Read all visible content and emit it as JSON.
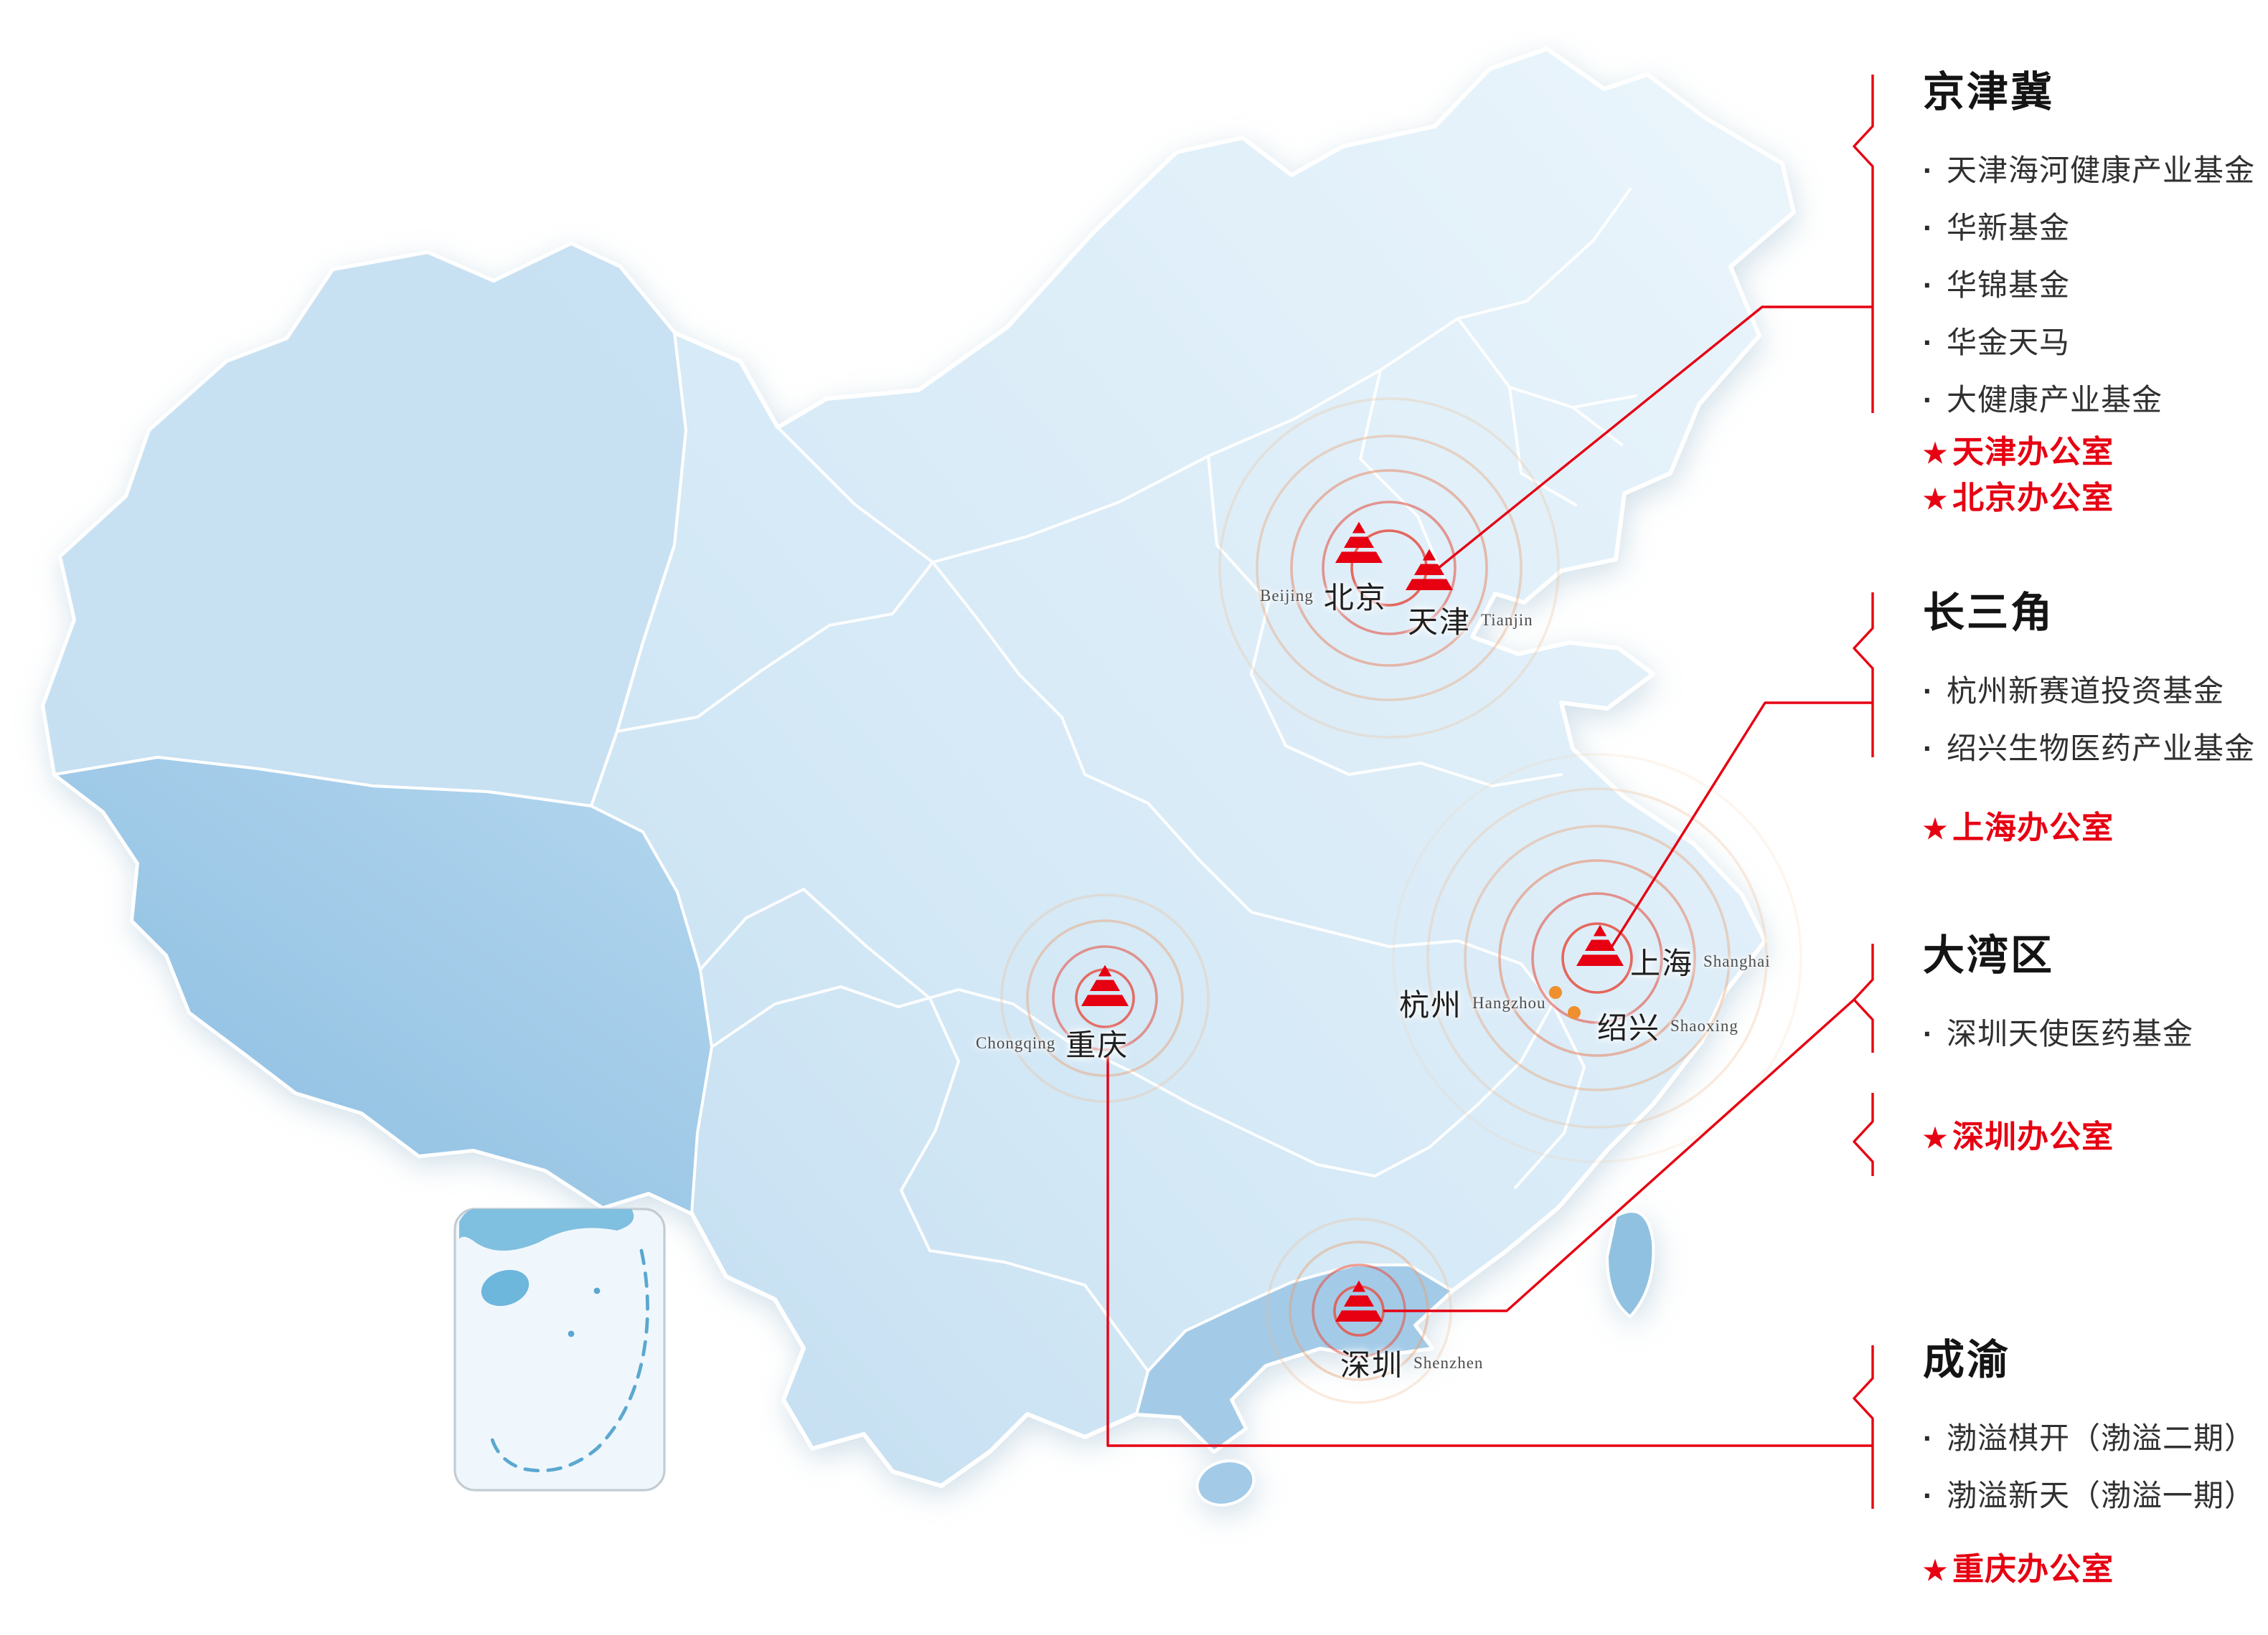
{
  "ui": {
    "bullet": "·",
    "star": "★"
  },
  "colors": {
    "accent_red": "#e60012",
    "ripple_inner": "#e4574a",
    "map_base_light": "#e9f4fb",
    "map_base_deep": "#b9d7ed",
    "tibet_blue": "#8abce0",
    "guangdong_blue": "#a3cbe8",
    "fund_dot_orange": "#ef8f2e",
    "nine_dash_blue": "#5aa8d0"
  },
  "map": {
    "cities": [
      {
        "id": "beijing",
        "name_cn": "北京",
        "name_en": "Beijing"
      },
      {
        "id": "tianjin",
        "name_cn": "天津",
        "name_en": "Tianjin"
      },
      {
        "id": "shanghai",
        "name_cn": "上海",
        "name_en": "Shanghai"
      },
      {
        "id": "hangzhou",
        "name_cn": "杭州",
        "name_en": "Hangzhou"
      },
      {
        "id": "shaoxing",
        "name_cn": "绍兴",
        "name_en": "Shaoxing"
      },
      {
        "id": "chongqing",
        "name_cn": "重庆",
        "name_en": "Chongqing"
      },
      {
        "id": "shenzhen",
        "name_cn": "深圳",
        "name_en": "Shenzhen"
      }
    ]
  },
  "regions": [
    {
      "title": "京津冀",
      "funds": [
        "天津海河健康产业基金",
        "华新基金",
        "华锦基金",
        "华金天马",
        "大健康产业基金"
      ],
      "offices": [
        "天津办公室",
        "北京办公室"
      ]
    },
    {
      "title": "长三角",
      "funds": [
        "杭州新赛道投资基金",
        "绍兴生物医药产业基金"
      ],
      "offices": [
        "上海办公室"
      ]
    },
    {
      "title": "大湾区",
      "funds": [
        "深圳天使医药基金"
      ],
      "offices": [
        "深圳办公室"
      ]
    },
    {
      "title": "成渝",
      "funds": [
        "渤溢棋开（渤溢二期）",
        "渤溢新天（渤溢一期）"
      ],
      "offices": [
        "重庆办公室"
      ]
    }
  ]
}
